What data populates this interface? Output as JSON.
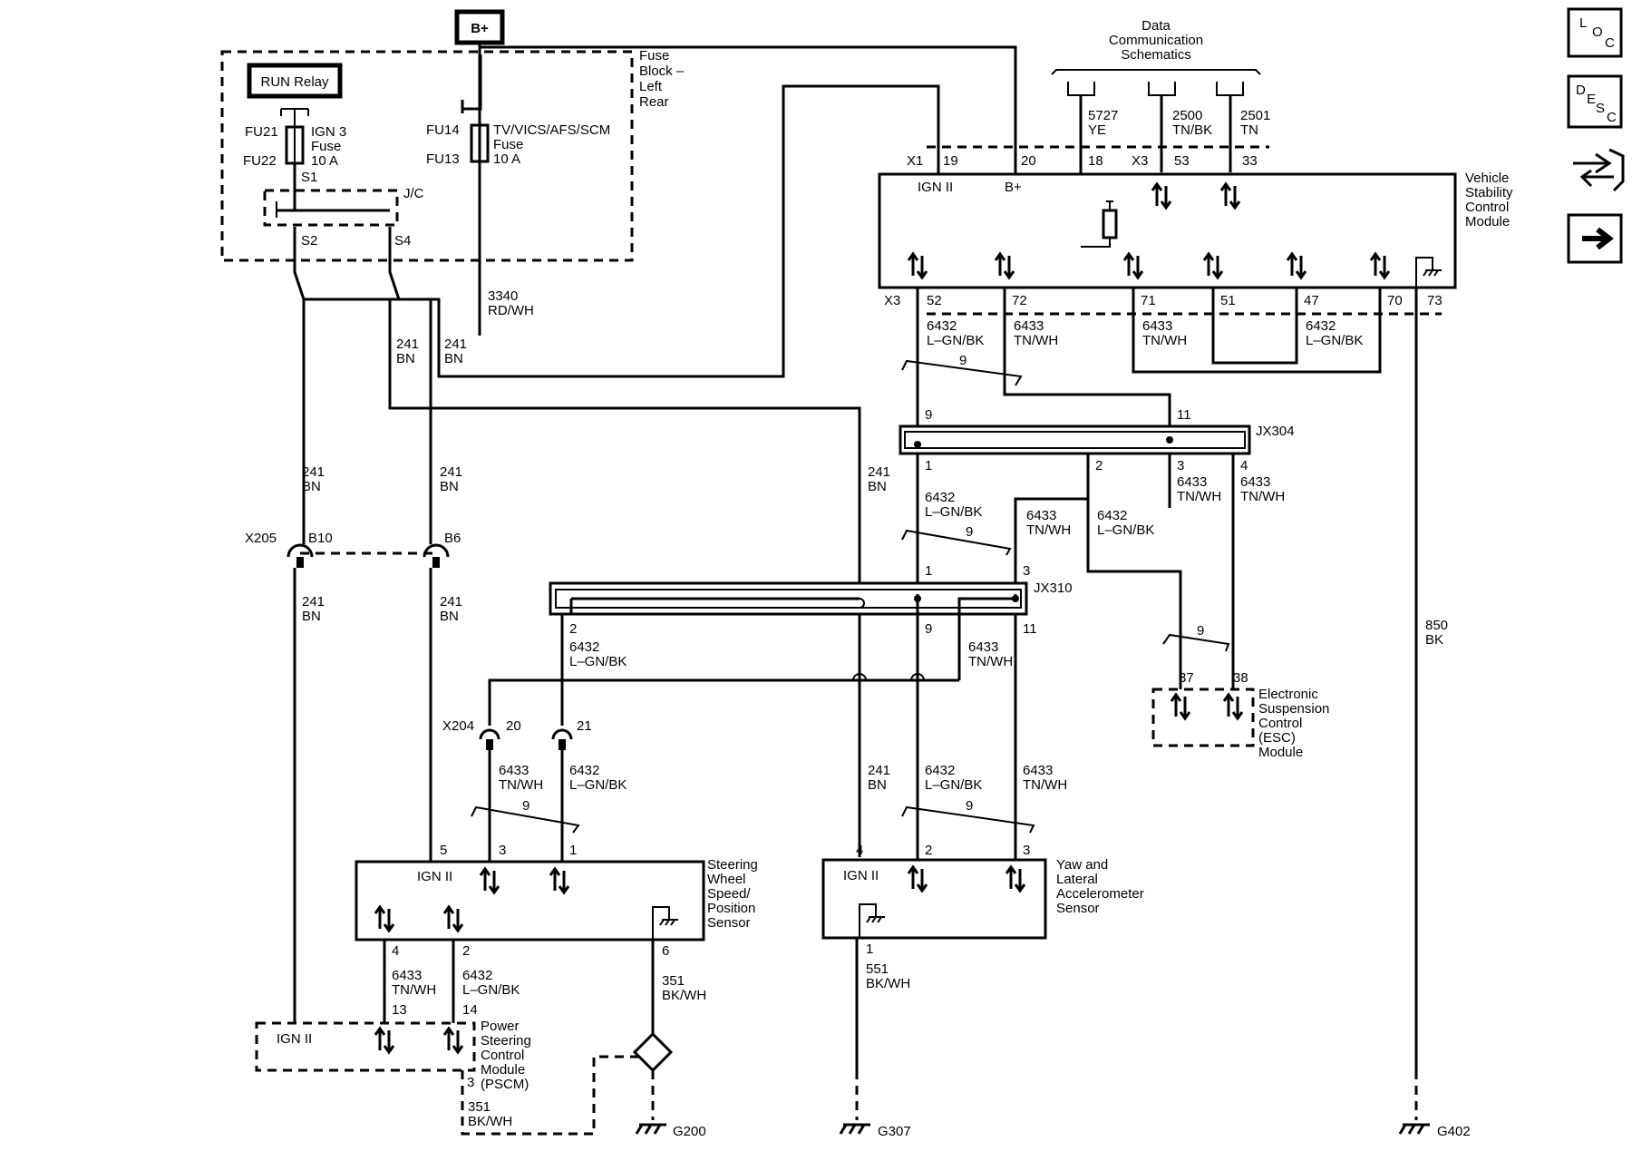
{
  "power": {
    "b_plus": "B+",
    "run_relay": "RUN Relay"
  },
  "fuse_block": {
    "title": [
      "Fuse",
      "Block –",
      "Left",
      "Rear"
    ],
    "fu21": "FU21",
    "fu22": "FU22",
    "ign3_fuse": [
      "IGN 3",
      "Fuse",
      "10 A"
    ],
    "fu14": "FU14",
    "fu13": "FU13",
    "tv_fuse": [
      "TV/VICS/AFS/SCM",
      "Fuse",
      "10 A"
    ],
    "s1": "S1",
    "s2": "S2",
    "s4": "S4",
    "jc": "J/C"
  },
  "data_comm": {
    "title": [
      "Data",
      "Communication",
      "Schematics"
    ],
    "circuits": [
      {
        "num": "5727",
        "color": "YE"
      },
      {
        "num": "2500",
        "color": "TN/BK"
      },
      {
        "num": "2501",
        "color": "TN"
      }
    ]
  },
  "vscm": {
    "title": [
      "Vehicle",
      "Stability",
      "Control",
      "Module"
    ],
    "ign": "IGN II",
    "bplus": "B+",
    "x1": "X1",
    "x3": "X3",
    "top_pins": [
      "19",
      "20",
      "18",
      "53",
      "33"
    ],
    "bottom_pins": [
      "52",
      "72",
      "71",
      "51",
      "47",
      "70",
      "73"
    ]
  },
  "wires": {
    "w3340": [
      "3340",
      "RD/WH"
    ],
    "w241": [
      "241",
      "BN"
    ],
    "w6432": [
      "6432",
      "L–GN/BK"
    ],
    "w6433": [
      "6433",
      "TN/WH"
    ],
    "w850": [
      "850",
      "BK"
    ],
    "w351": [
      "351",
      "BK/WH"
    ],
    "w551": [
      "551",
      "BK/WH"
    ],
    "twist": "9"
  },
  "connectors": {
    "x205": "X205",
    "b10": "B10",
    "b6": "B6",
    "x204": "X204",
    "p20": "20",
    "p21": "21",
    "jx304": "JX304",
    "jx310": "JX310",
    "jx304_top": [
      "9",
      "11"
    ],
    "jx304_bottom": [
      "1",
      "2",
      "3",
      "4"
    ],
    "jx310_top": [
      "1",
      "3"
    ],
    "jx310_bottom": [
      "2",
      "9",
      "11"
    ]
  },
  "esc": {
    "title": [
      "Electronic",
      "Suspension",
      "Control",
      "(ESC)",
      "Module"
    ],
    "pins": [
      "37",
      "38"
    ]
  },
  "swsps": {
    "title": [
      "Steering",
      "Wheel",
      "Speed/",
      "Position",
      "Sensor"
    ],
    "ign": "IGN II",
    "top_pins": [
      "5",
      "3",
      "1"
    ],
    "bottom_pins": [
      "4",
      "2",
      "6"
    ]
  },
  "yaw": {
    "title": [
      "Yaw and",
      "Lateral",
      "Accelerometer",
      "Sensor"
    ],
    "ign": "IGN II",
    "top_pins": [
      "4",
      "2",
      "3"
    ],
    "bottom_pin": "1"
  },
  "pscm": {
    "title": [
      "Power",
      "Steering",
      "Control",
      "Module",
      "(PSCM)"
    ],
    "ign": "IGN II",
    "pins": [
      "13",
      "14",
      "3"
    ]
  },
  "grounds": {
    "g200": "G200",
    "g307": "G307",
    "g402": "G402"
  },
  "nav": {
    "loc": [
      "L",
      "O",
      "C"
    ],
    "desc": [
      "D",
      "E",
      "S",
      "C"
    ]
  }
}
